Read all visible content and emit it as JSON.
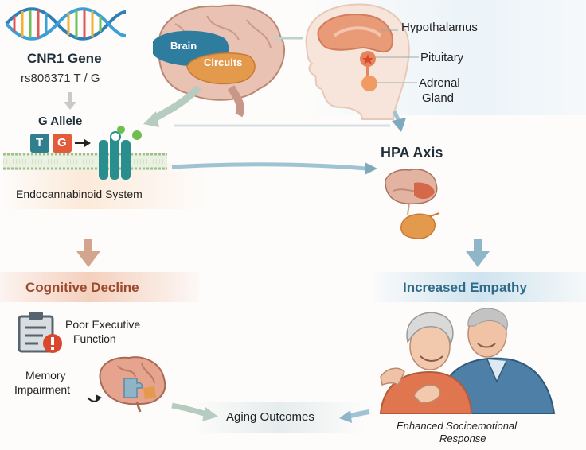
{
  "gene": {
    "title": "CNR1 Gene",
    "variant": "rs806371 T / G"
  },
  "allele": {
    "title": "G Allele",
    "base_t": "T",
    "base_g": "G"
  },
  "system": {
    "label": "Endocannabinoid System"
  },
  "brain": {
    "label_brain": "Brain",
    "label_circuits": "Circuits"
  },
  "hpa_parts": {
    "hypothalamus": "Hypothalamus",
    "pituitary": "Pituitary",
    "adrenal_1": "Adrenal",
    "adrenal_2": "Gland"
  },
  "hpa": {
    "title": "HPA Axis"
  },
  "cognitive": {
    "title": "Cognitive Decline",
    "exec_1": "Poor Executive",
    "exec_2": "Function",
    "memory_1": "Memory",
    "memory_2": "Impairment"
  },
  "empathy": {
    "title": "Increased Empathy",
    "response_1": "Enhanced Socioemotional",
    "response_2": "Response"
  },
  "outcomes": {
    "label": "Aging Outcomes"
  },
  "colors": {
    "dna_blue": "#2e7fb5",
    "teal": "#3f8fa4",
    "brain_pink": "#e4a58e",
    "brain_orange": "#e2924f",
    "cog_red": "#9c4a2e",
    "emp_blue": "#2f6b88",
    "arrow_tan": "#d2a58c",
    "arrow_blue": "#9fc3d3"
  }
}
